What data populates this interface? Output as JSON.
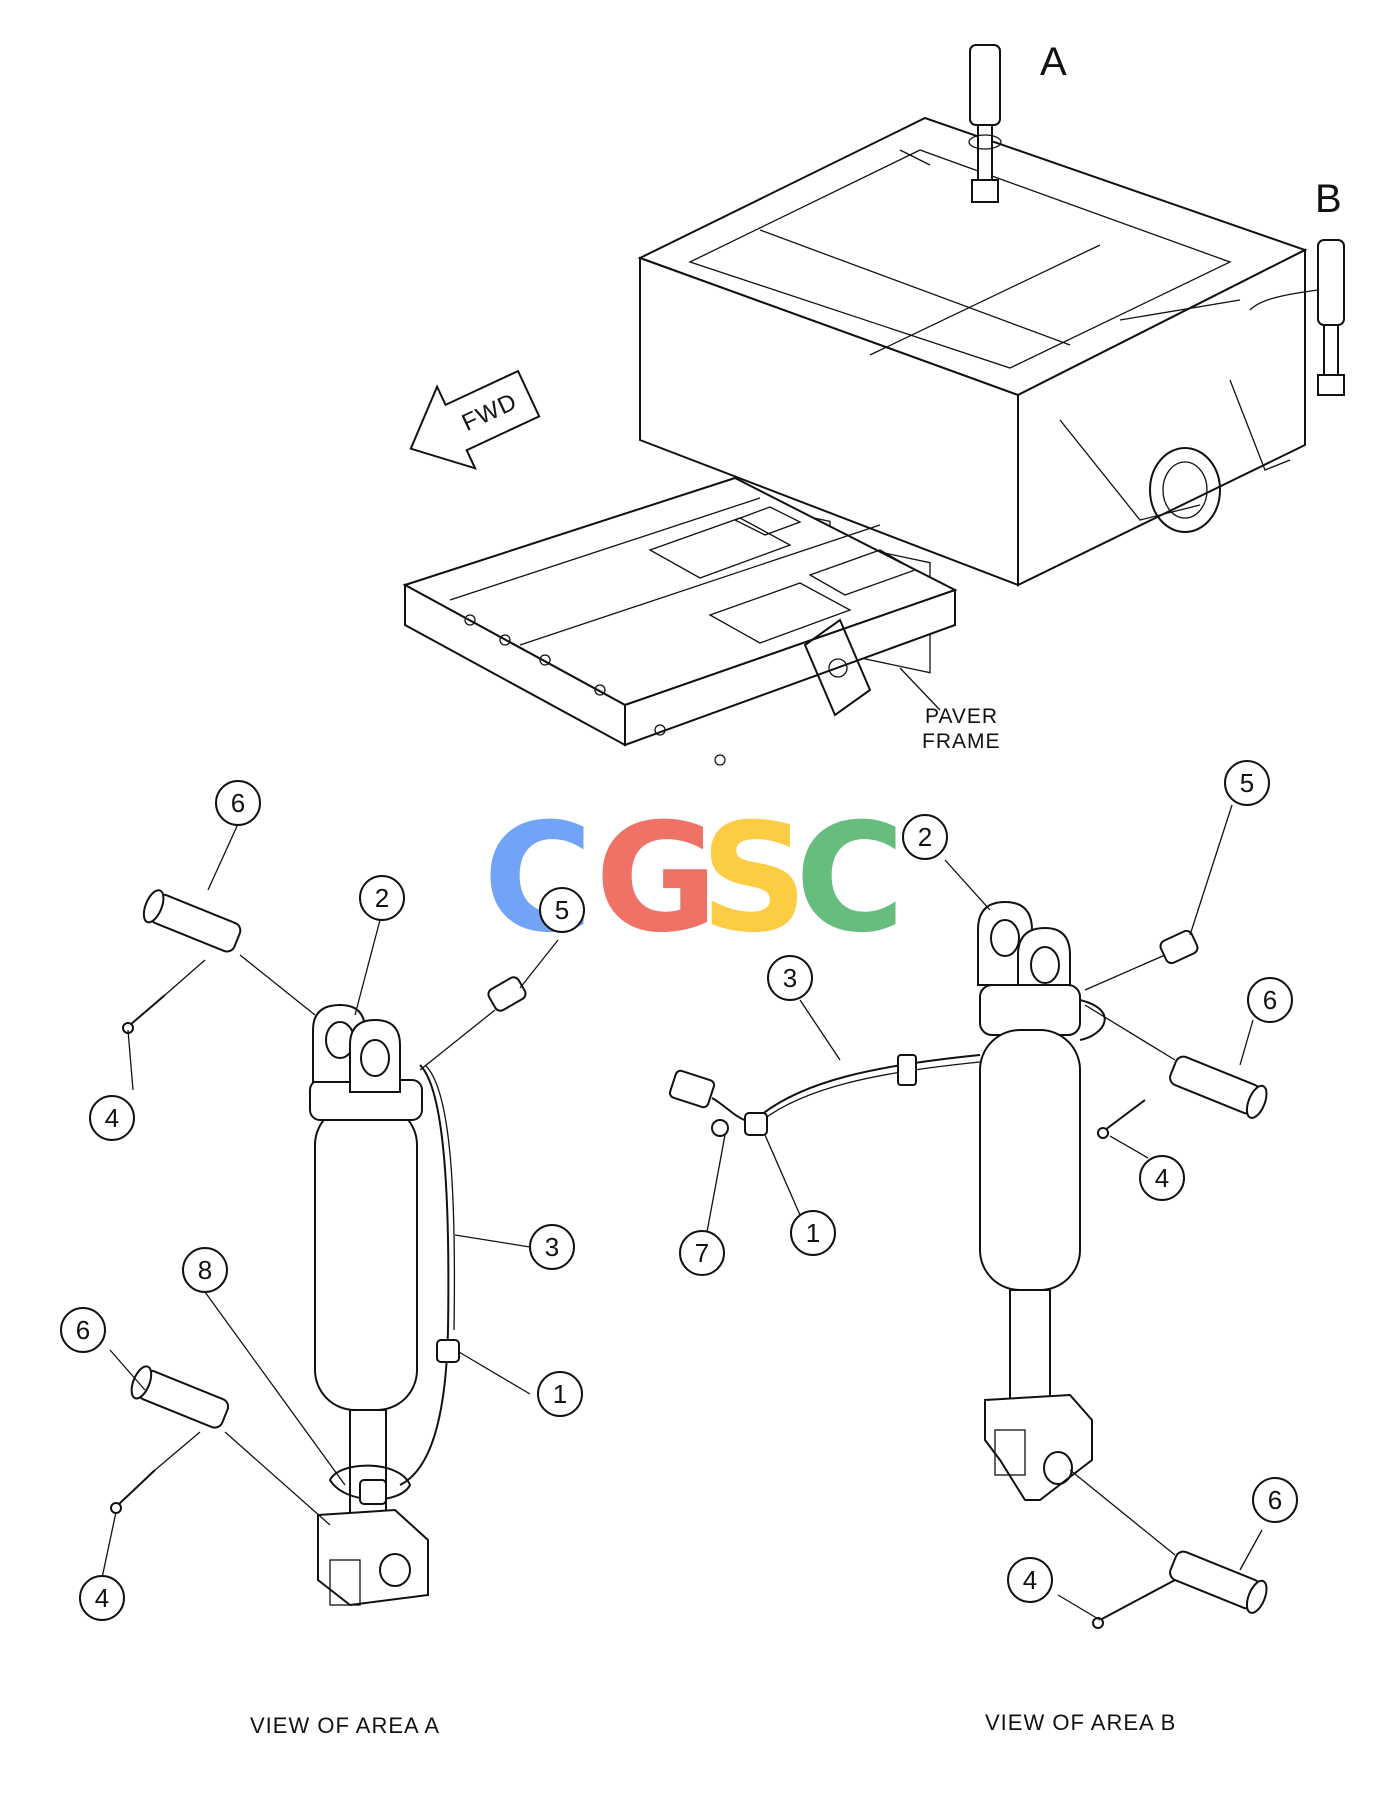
{
  "area_labels": {
    "a": "A",
    "b": "B"
  },
  "forward_arrow": {
    "label": "FWD"
  },
  "frame_label": {
    "line1": "PAVER",
    "line2": "FRAME"
  },
  "view_labels": {
    "a": "VIEW OF AREA A",
    "b": "VIEW OF AREA B"
  },
  "watermark": {
    "letters": [
      "C",
      "G",
      "S",
      "C"
    ],
    "colors": [
      "#4285F4",
      "#EA4335",
      "#FBBC05",
      "#34A853"
    ]
  },
  "callouts": {
    "a_6_top": "6",
    "a_2": "2",
    "a_5": "5",
    "a_4_top": "4",
    "a_3": "3",
    "a_8": "8",
    "a_1": "1",
    "a_6_bottom": "6",
    "a_4_bottom": "4",
    "b_5": "5",
    "b_2": "2",
    "b_3": "3",
    "b_6_top": "6",
    "b_4_top": "4",
    "b_1": "1",
    "b_7": "7",
    "b_6_bottom": "6",
    "b_4_bottom": "4"
  },
  "icons": [
    "forward-arrow-icon",
    "hydraulic-cylinder-icon",
    "pin-icon",
    "cotter-pin-icon",
    "sensor-connector-icon",
    "clip-icon"
  ]
}
